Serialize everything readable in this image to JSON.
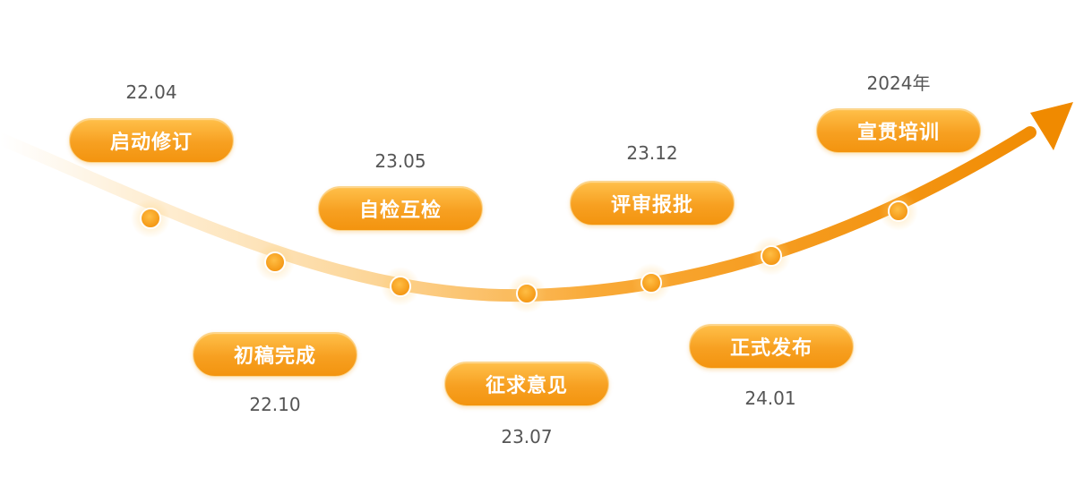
{
  "milestones": [
    {
      "label": "启动修订",
      "date": "22.04"
    },
    {
      "label": "初稿完成",
      "date": "22.10"
    },
    {
      "label": "自检互检",
      "date": "23.05"
    },
    {
      "label": "征求意见",
      "date": "23.07"
    },
    {
      "label": "评审报批",
      "date": "23.12"
    },
    {
      "label": "正式发布",
      "date": "24.01"
    },
    {
      "label": "宣贯培训",
      "date": "2024年"
    }
  ],
  "colors": {
    "accent": "#f7a021",
    "accent_dark": "#f08a00",
    "node": "#f5a21f",
    "date_text": "#555555",
    "pill_text": "#ffffff"
  }
}
